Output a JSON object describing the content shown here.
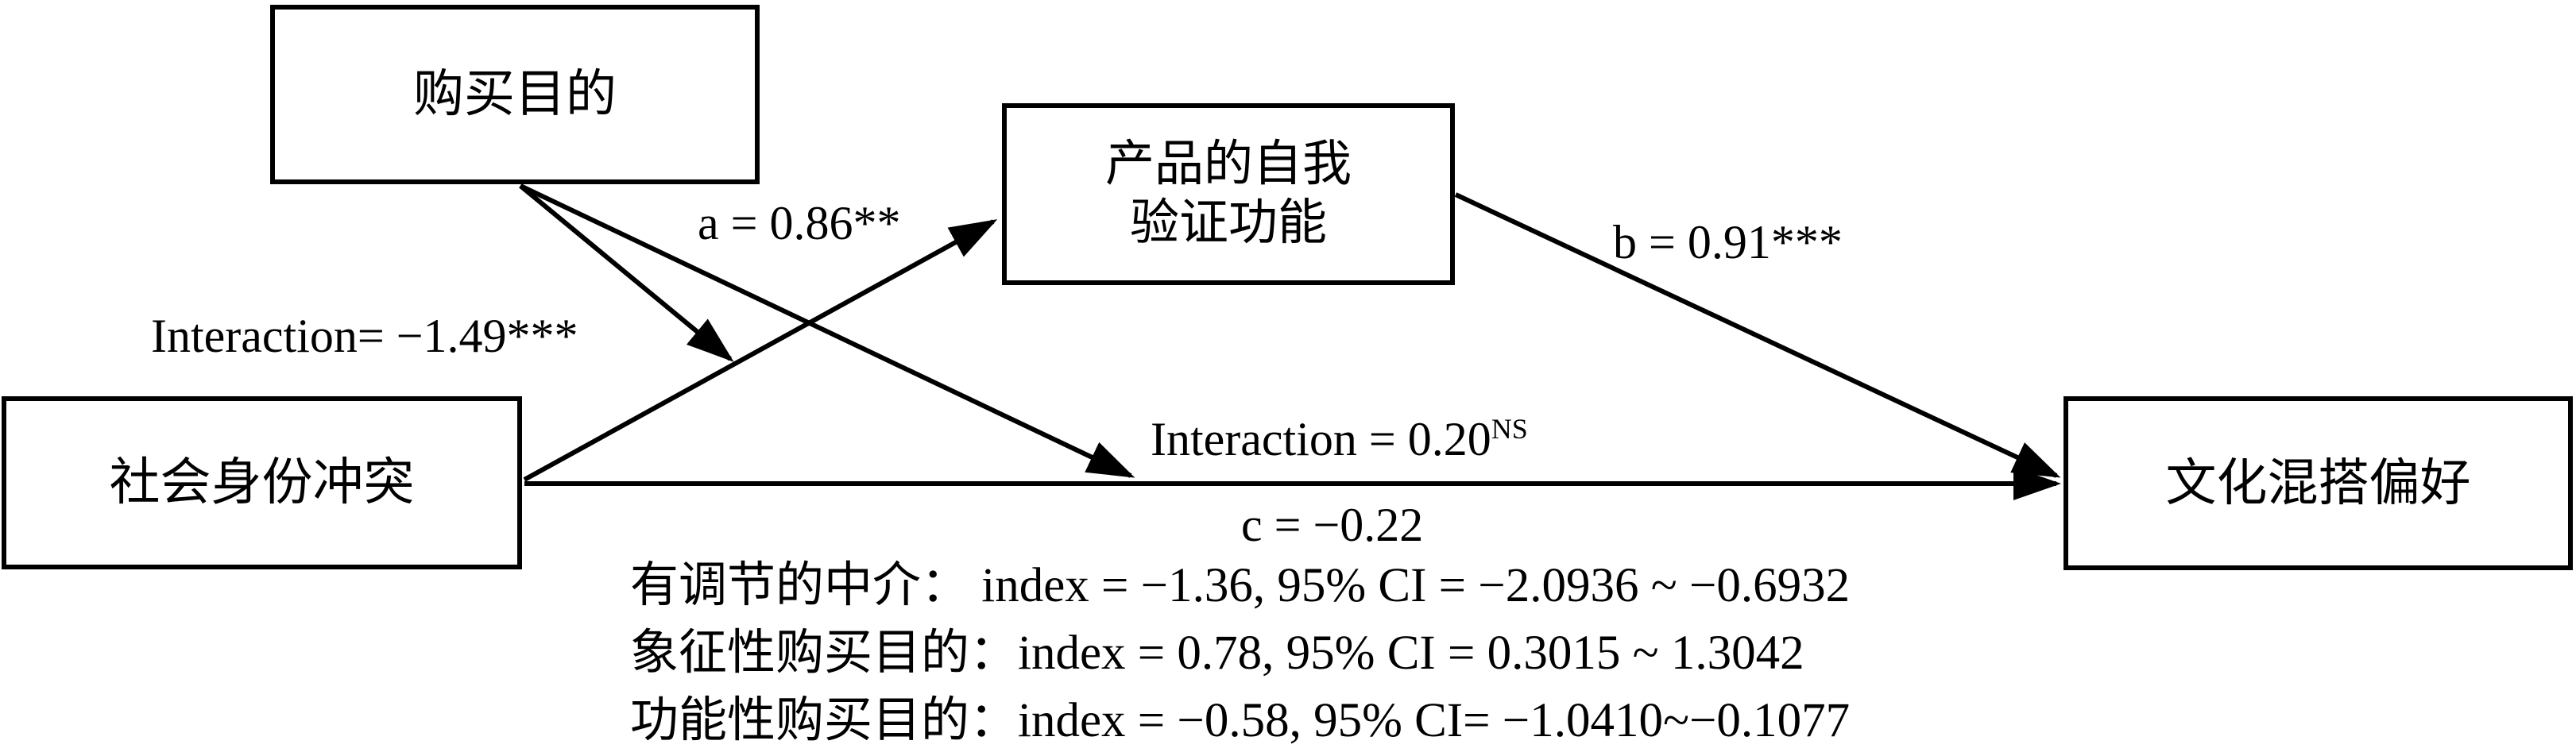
{
  "diagram": {
    "background": "#ffffff",
    "line_color": "#000000",
    "text_color": "#000000",
    "nodes": {
      "moderator": {
        "label": "购买目的"
      },
      "mediator": {
        "line1": "产品的自我",
        "line2": "验证功能"
      },
      "independent": {
        "label": "社会身份冲突"
      },
      "dependent": {
        "label": "文化混搭偏好"
      }
    },
    "path_labels": {
      "a": "a = 0.86**",
      "b": "b = 0.91***",
      "c": "c = −0.22",
      "interaction_a": "Interaction= −1.49***",
      "interaction_c_base": "Interaction = 0.20",
      "interaction_c_sup": "NS"
    },
    "edges": [
      {
        "from": "社会身份冲突",
        "to": "产品的自我验证功能",
        "label": "a = 0.86**"
      },
      {
        "from": "产品的自我验证功能",
        "to": "文化混搭偏好",
        "label": "b = 0.91***"
      },
      {
        "from": "社会身份冲突",
        "to": "文化混搭偏好",
        "label": "c = −0.22"
      },
      {
        "from": "购买目的",
        "to": "path-a",
        "label": "Interaction= −1.49***"
      },
      {
        "from": "购买目的",
        "to": "path-c",
        "label": "Interaction = 0.20NS"
      }
    ],
    "notes": [
      "有调节的中介： index = −1.36, 95% CI = −2.0936 ~ −0.6932",
      "象征性购买目的：index = 0.78, 95% CI = 0.3015 ~ 1.3042",
      "功能性购买目的：index = −0.58, 95% CI= −1.0410~−0.1077"
    ]
  }
}
